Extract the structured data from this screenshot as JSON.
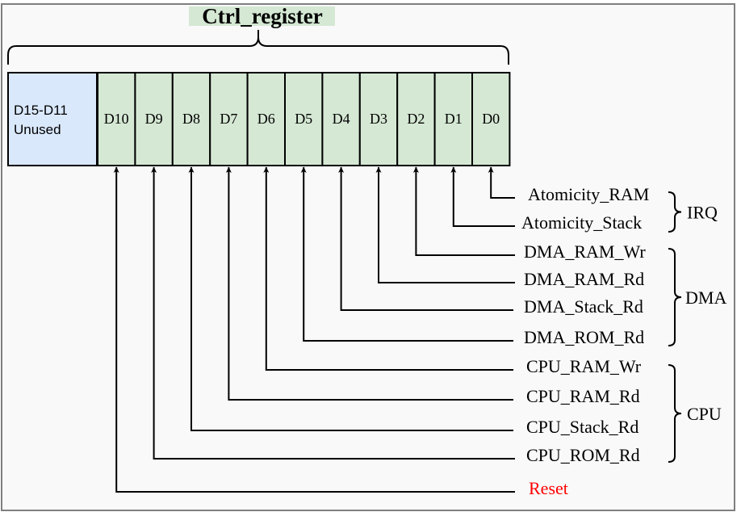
{
  "title": "Ctrl_register",
  "unused_cell": {
    "line1": "D15-D11",
    "line2": "Unused"
  },
  "bits": [
    "D10",
    "D9",
    "D8",
    "D7",
    "D6",
    "D5",
    "D4",
    "D3",
    "D2",
    "D1",
    "D0"
  ],
  "signals": [
    {
      "label": "Atomicity_RAM",
      "bit": "D0"
    },
    {
      "label": "Atomicity_Stack",
      "bit": "D1"
    },
    {
      "label": "DMA_RAM_Wr",
      "bit": "D2"
    },
    {
      "label": "DMA_RAM_Rd",
      "bit": "D3"
    },
    {
      "label": "DMA_Stack_Rd",
      "bit": "D4"
    },
    {
      "label": "DMA_ROM_Rd",
      "bit": "D5"
    },
    {
      "label": "CPU_RAM_Wr",
      "bit": "D6"
    },
    {
      "label": "CPU_RAM_Rd",
      "bit": "D7"
    },
    {
      "label": "CPU_Stack_Rd",
      "bit": "D8"
    },
    {
      "label": "CPU_ROM_Rd",
      "bit": "D9"
    },
    {
      "label": "Reset",
      "bit": "D10"
    }
  ],
  "groups": [
    {
      "label": "IRQ"
    },
    {
      "label": "DMA"
    },
    {
      "label": "CPU"
    }
  ],
  "colors": {
    "bit_fill": "#d5e8d4",
    "unused_fill": "#dae8fc",
    "title_highlight": "#d5e8d4",
    "reset_text": "#ff0000",
    "line": "#000000",
    "frame": "#7f7f7f",
    "background": "#f9f9f9"
  }
}
